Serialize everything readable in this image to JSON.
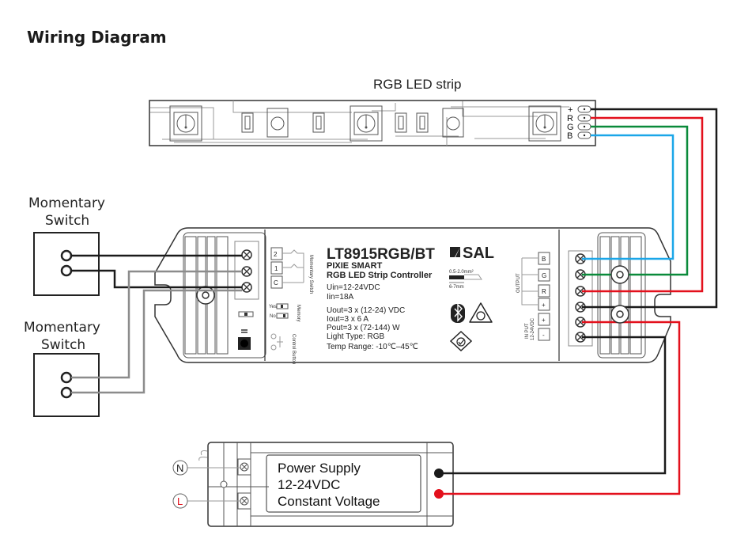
{
  "title": "Wiring Diagram",
  "led_strip": {
    "label": "RGB LED strip",
    "pins": [
      "+",
      "R",
      "G",
      "B"
    ]
  },
  "switches": [
    {
      "label_line1": "Momentary",
      "label_line2": "Switch"
    },
    {
      "label_line1": "Momentary",
      "label_line2": "Switch"
    }
  ],
  "controller": {
    "model": "LT8915RGB/BT",
    "subtitle_line1": "PIXIE SMART",
    "subtitle_line2": "RGB LED Strip Controller",
    "brand": "SAL",
    "specs_input": [
      "Uin=12-24VDC",
      "Iin=18A"
    ],
    "specs_output": [
      "Uout=3 x (12-24) VDC",
      "Iout=3 x 6 A",
      "Pout=3 x (72-144) W",
      "Light Type: RGB",
      "Temp Range: -10℃–45℃"
    ],
    "wire_gauge": "0.5-2.0mm²",
    "strip_length": "6-7mm",
    "switch_pins": [
      "2",
      "1",
      "C"
    ],
    "switch_caption": "Momentary Switch",
    "memory_caption": "Memory",
    "memory_yes": "Yes",
    "memory_no": "No",
    "control_button_caption": "Control Button",
    "output_caption": "OUTPUT",
    "output_pins": [
      "B",
      "G",
      "R",
      "+"
    ],
    "input_caption_line1": "IN PUT",
    "input_caption_line2": "12-24VDC",
    "input_pins": [
      "+",
      "-"
    ],
    "icons": [
      "bluetooth-icon",
      "triangle-compliance-icon",
      "rcm-check-icon"
    ]
  },
  "power_supply": {
    "line1": "Power Supply",
    "line2": "12-24VDC",
    "line3": "Constant Voltage",
    "neutral_label": "N",
    "live_label": "L"
  },
  "wire_colors": {
    "black": "#1a1a1a",
    "red": "#e3101c",
    "green": "#0a8a3a",
    "blue": "#1aa6e8",
    "gray": "#8c8c8c"
  }
}
